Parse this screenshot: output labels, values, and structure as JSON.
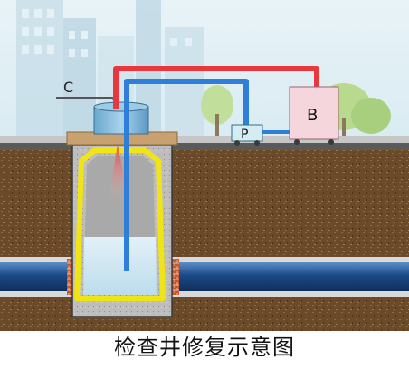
{
  "caption": "检查井修复示意图",
  "labels": {
    "cover": "C",
    "pump": "P",
    "box": "B"
  },
  "colors": {
    "sky": "#dfeef5",
    "soil": "#6b4a2a",
    "ground_line": "#5a5a5a",
    "hot_pipe": "#e8383d",
    "cold_pipe": "#2f7fd8",
    "liner": "#f0e414",
    "water": "#cde6f2",
    "sewer_pipe": "#1f4f8c"
  }
}
